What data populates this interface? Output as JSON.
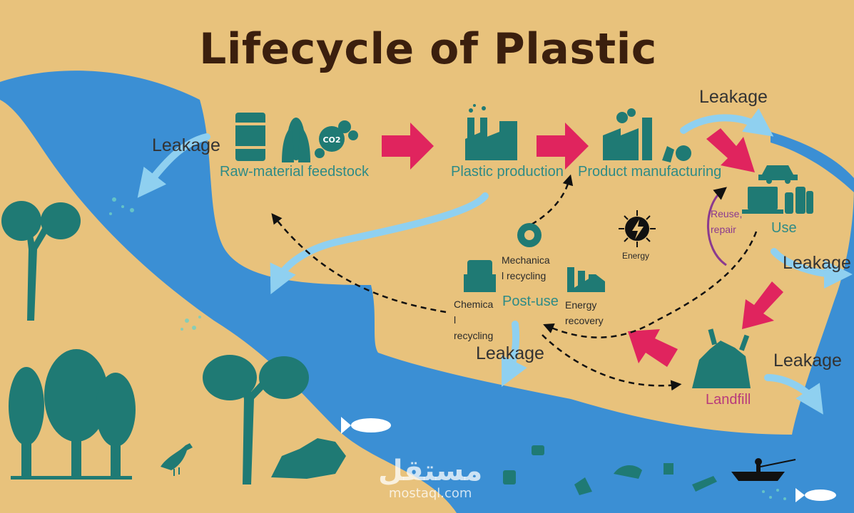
{
  "title": "Lifecycle of Plastic",
  "stages": {
    "raw_material": "Raw-material feedstock",
    "plastic_production": "Plastic production",
    "product_manufacturing": "Product manufacturing",
    "use": "Use",
    "post_use": "Post-use",
    "landfill": "Landfill"
  },
  "processes": {
    "mechanical_recycling_1": "Mechanica",
    "mechanical_recycling_2": "l recycling",
    "chemical_recycling_1": "Chemica",
    "chemical_recycling_2": "l",
    "chemical_recycling_3": "recycling",
    "energy_recovery_1": "Energy",
    "energy_recovery_2": "recovery",
    "energy": "Energy",
    "reuse_1": "Reuse,",
    "reuse_2": "repair"
  },
  "leakage_label": "Leakage",
  "icons": {
    "co2": "CO2"
  },
  "watermark": {
    "arabic": "مستقل",
    "latin": "mostaql.com"
  },
  "colors": {
    "land": "#e8c27c",
    "water": "#3b8fd4",
    "teal": "#1f7a74",
    "arrow_pink": "#e0245e",
    "arrow_light_blue": "#8fd0f0",
    "title": "#3b1f0e"
  }
}
